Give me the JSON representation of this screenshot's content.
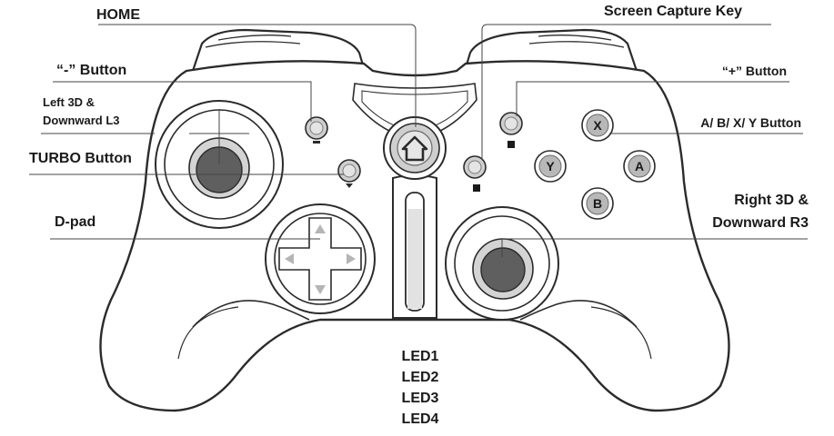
{
  "labels": {
    "home": "HOME",
    "screen_capture": "Screen Capture Key",
    "minus_button": "“-” Button",
    "plus_button": "“+” Button",
    "left_3d_line1": "Left 3D &",
    "left_3d_line2": "Downward L3",
    "abxy": "A/ B/ X/ Y  Button",
    "turbo": "TURBO Button",
    "right_3d_line1": "Right 3D &",
    "right_3d_line2": "Downward R3",
    "dpad": "D-pad",
    "leds": [
      "LED1",
      "LED2",
      "LED3",
      "LED4"
    ]
  },
  "face_buttons": {
    "x": "X",
    "y": "Y",
    "a": "A",
    "b": "B"
  },
  "colors": {
    "outline": "#2b2b2b",
    "stick": "#5f5f5f",
    "button_fill": "#cfcfcf",
    "face_fill": "#b8b8b8",
    "leader": "#444444"
  }
}
